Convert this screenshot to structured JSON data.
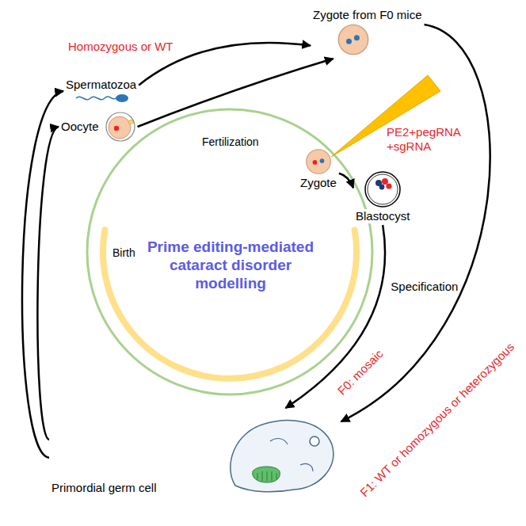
{
  "diagram": {
    "nodes": [
      {
        "text": [
          "Zygote from F0 mice"
        ]
      },
      {
        "text": [
          "Zygote"
        ]
      },
      {
        "text": [
          "Blastocyst"
        ]
      },
      {
        "text": [
          "Primordial germ cell"
        ]
      },
      {
        "text": [
          "Spermatozoa"
        ]
      },
      {
        "text": [
          "Oocyte"
        ]
      }
    ],
    "edges": [
      {
        "from": 4,
        "to": 0,
        "arrow": "to"
      },
      {
        "from": 5,
        "to": 0,
        "arrow": "to"
      },
      {
        "from": 1,
        "to": 2,
        "arrow": "to"
      },
      {
        "from": 2,
        "to": 3,
        "label": "Specification",
        "arrow": "to"
      },
      {
        "from": 0,
        "to": 3,
        "arrow": "to"
      },
      {
        "from": 3,
        "to": 4,
        "arrow": "to"
      },
      {
        "from": 3,
        "to": 5,
        "arrow": "to"
      }
    ],
    "labels": [
      "Homozygous or WT",
      "PE2+pegRNA +sgRNA",
      "Fertilization",
      "Prime editing-mediated cataract disorder modelling",
      "Birth",
      "F0: mosaic",
      "F1: WT or homozygous or heterozygous"
    ]
  }
}
